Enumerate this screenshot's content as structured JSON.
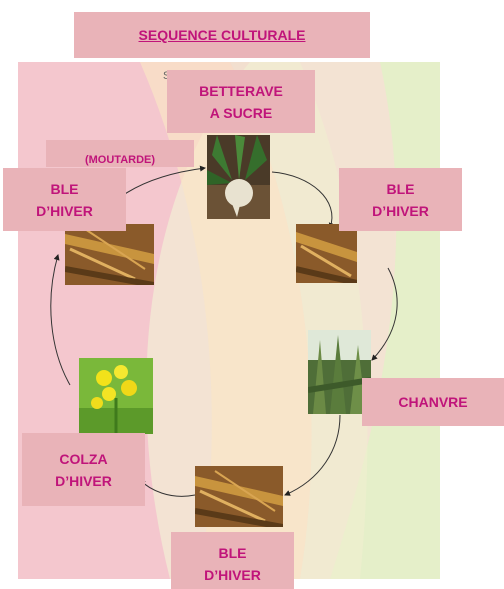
{
  "title": "SEQUENCE CULTURALE",
  "crops": {
    "betterave": "BETTERAVE\nA SUCRE",
    "moutarde": "(MOUTARDE)",
    "ble_left": "BLE\nD’HIVER",
    "ble_right": "BLE\nD’HIVER",
    "chanvre": "CHANVRE",
    "colza": "COLZA\nD’HIVER",
    "ble_bottom": "BLE\nD’HIVER"
  },
  "stray_mark": "S",
  "colors": {
    "label_bg": "#e9b3b8",
    "label_text": "#c0147a",
    "bg_pink": "#f4c6cf",
    "bg_green": "#e3efc8",
    "bg_yellow": "#fbe9c2"
  }
}
